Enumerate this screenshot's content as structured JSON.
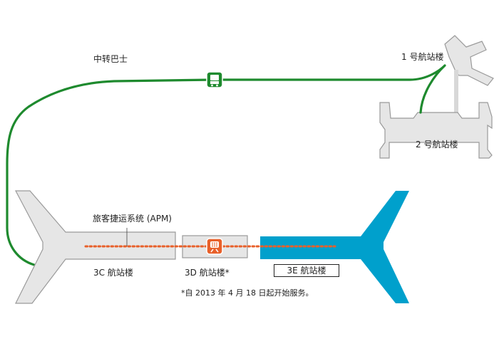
{
  "labels": {
    "bus": "中转巴士",
    "t1": "1 号航站楼",
    "t2": "2 号航站楼",
    "apm": "旅客捷运系统 (APM)",
    "t3c": "3C 航站楼",
    "t3d": "3D 航站楼*",
    "t3e": "3E 航站楼",
    "footnote": "*自 2013 年 4 月 18 日起开始服务。"
  },
  "icons": {
    "bus": "bus-icon",
    "train": "train-icon"
  },
  "colors": {
    "bus_route": "#1e8a2e",
    "apm_line": "#e8602a",
    "terminal_fill": "#e6e6e6",
    "terminal_stroke": "#9a9a9a",
    "terminal_3e": "#00a0cc",
    "connector": "#d8d8d8"
  }
}
